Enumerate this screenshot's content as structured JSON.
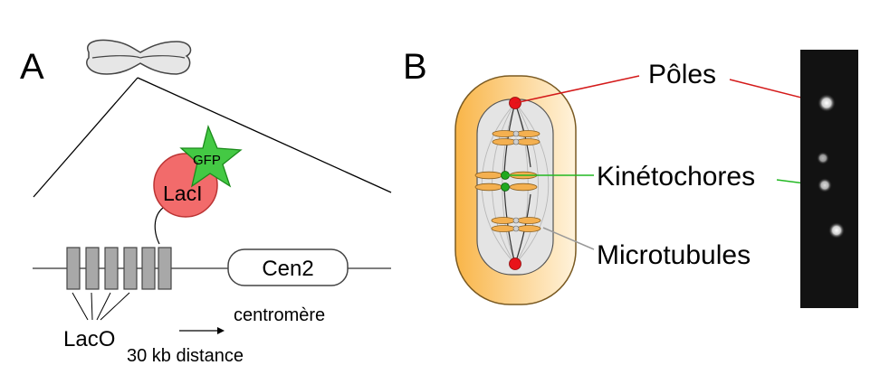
{
  "panel_a": {
    "label": "A",
    "lacl_label": "LacI",
    "gfp_label": "GFP",
    "cen2_label": "Cen2",
    "centromere_label": "centromère",
    "laco_label": "LacO",
    "distance_label": "30 kb distance"
  },
  "panel_b": {
    "label": "B",
    "poles_label": "Pôles",
    "kinetochores_label": "Kinétochores",
    "microtubules_label": "Microtubules"
  },
  "colors": {
    "lacl_fill": "#f26b6b",
    "gfp_fill": "#44c944",
    "cell_fill": "#f9b548",
    "spindle_fill": "#e4e4e4",
    "pole_red": "#e8131a",
    "kinetochore_green": "#1fa81f",
    "leader_red": "#d41a1a",
    "leader_green": "#22b822",
    "leader_gray": "#9a9a9a"
  }
}
